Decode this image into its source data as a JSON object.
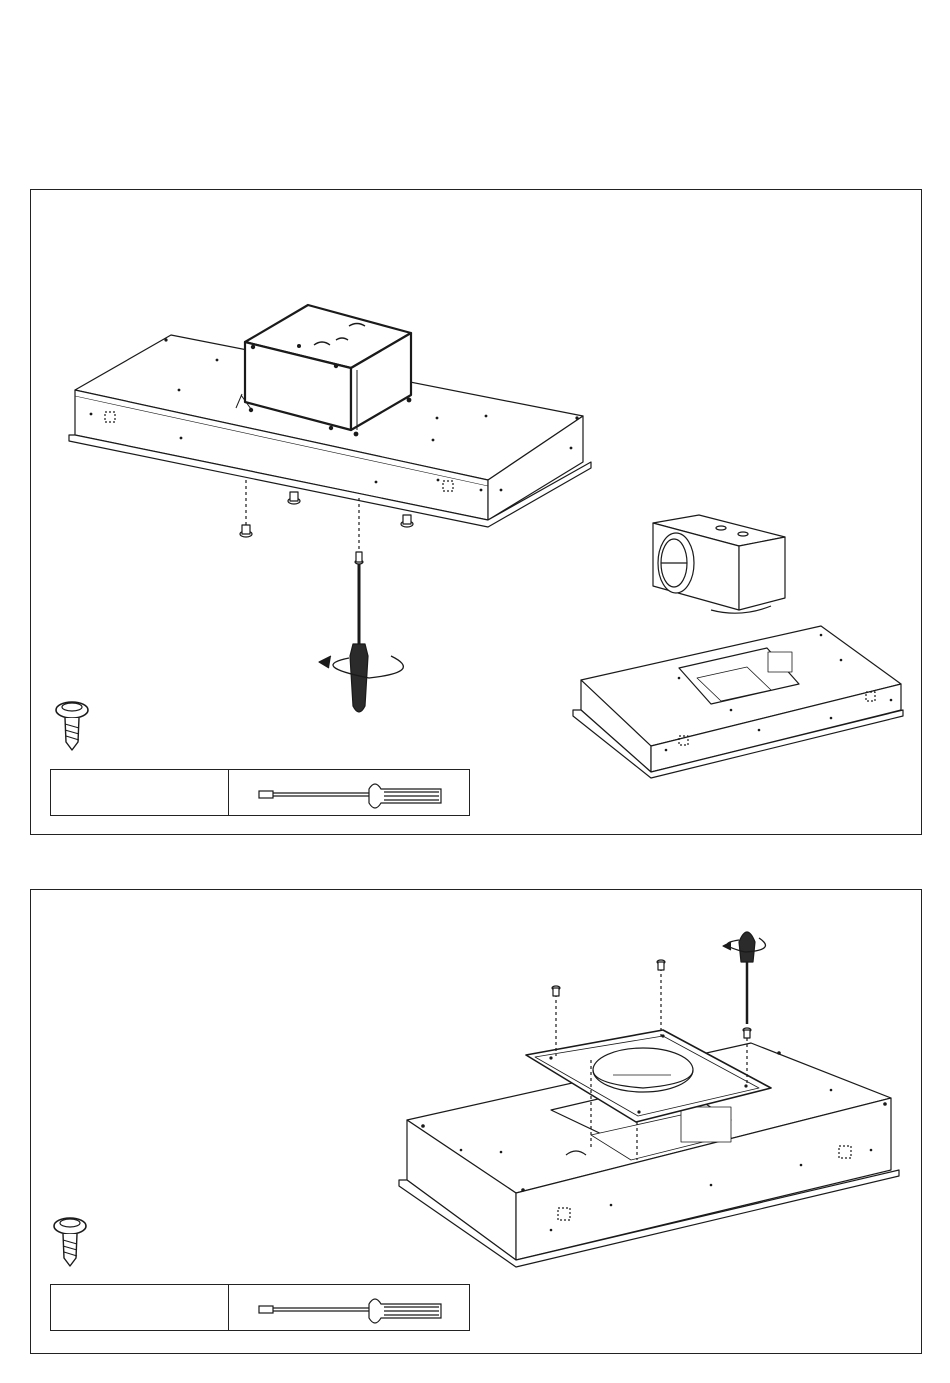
{
  "document": {
    "type": "installation-instructions-page",
    "steps": [
      {
        "illustration": "cooker-hood-motor-removal",
        "icons": [
          "screw-icon",
          "screwdriver-icon"
        ],
        "tool_table": {
          "left_cell": "",
          "right_cell_icon": "screwdriver-icon"
        }
      },
      {
        "illustration": "cooker-hood-flange-plate-mounting",
        "icons": [
          "screw-icon",
          "screwdriver-icon"
        ],
        "tool_table": {
          "left_cell": "",
          "right_cell_icon": "screwdriver-icon"
        }
      }
    ],
    "colors": {
      "line": "#1a1a1a",
      "background": "#ffffff",
      "handle": "#2b2b2b"
    }
  }
}
